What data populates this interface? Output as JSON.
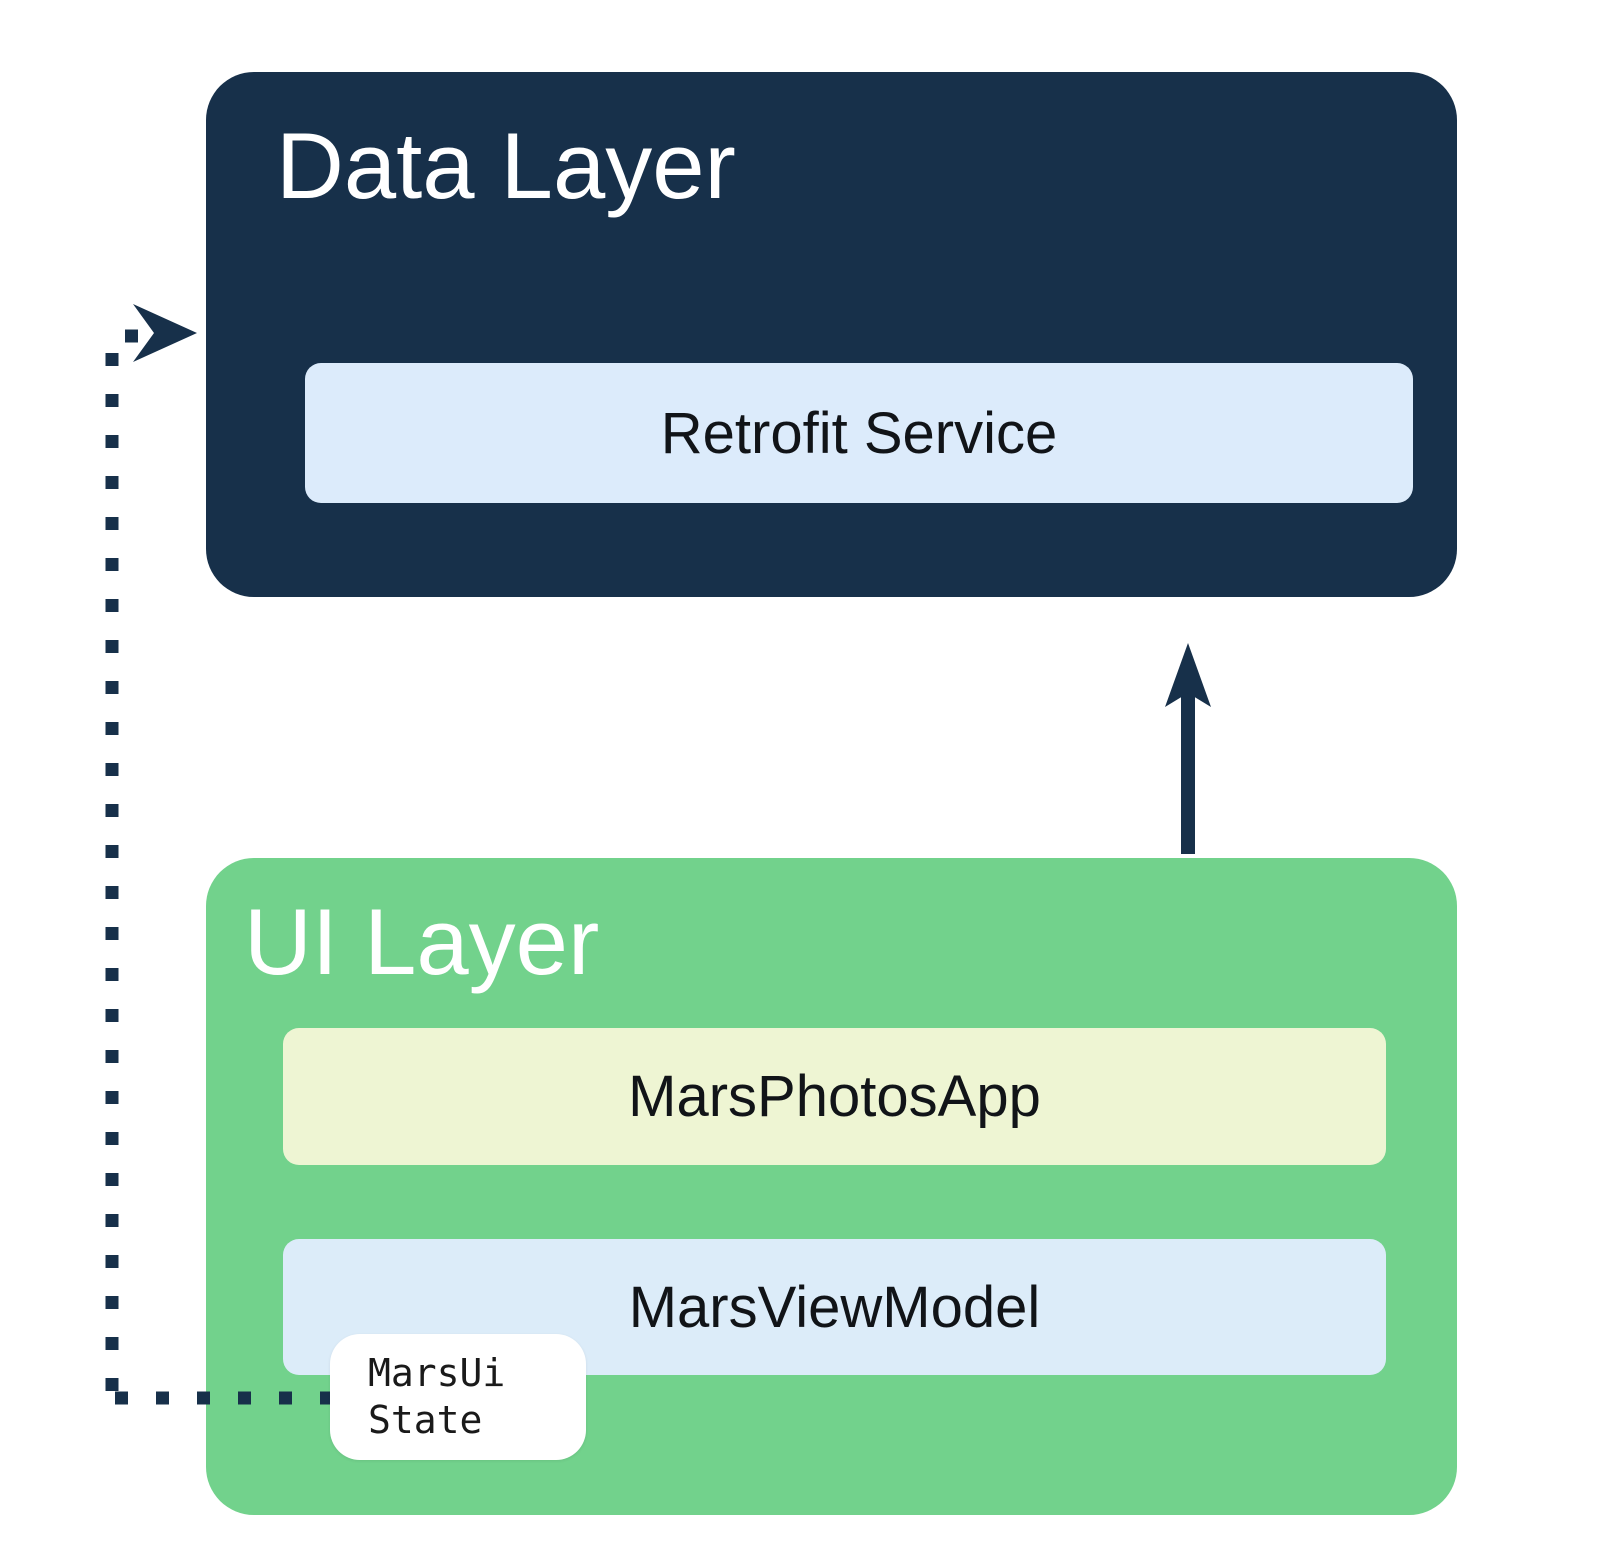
{
  "diagram": {
    "data_layer": {
      "title": "Data Layer",
      "retrofit_service": {
        "label": "Retrofit Service"
      }
    },
    "ui_layer": {
      "title": "UI Layer",
      "mars_photos_app": {
        "label": "MarsPhotosApp"
      },
      "mars_view_model": {
        "label": "MarsViewModel"
      },
      "mars_ui_state": {
        "line1": "MarsUi",
        "line2": "State"
      }
    },
    "colors": {
      "data_layer_bg": "#17304a",
      "ui_layer_bg": "#72d28c",
      "retrofit_service_bg": "#dcebfb",
      "mars_photos_app_bg": "#eef5d3",
      "mars_view_model_bg": "#dcecf9",
      "mars_ui_state_bg": "#ffffff",
      "arrow_color": "#17304a",
      "title_text": "#ffffff",
      "label_text": "#111418"
    }
  }
}
